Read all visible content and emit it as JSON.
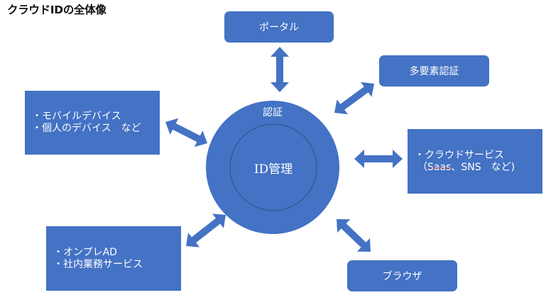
{
  "title": "クラウドIDの全体像",
  "colors": {
    "shape_fill": "#4472c4",
    "inner_ring": "#2f4f80",
    "text": "#ffffff"
  },
  "center": {
    "outer_label": "認証",
    "inner_label": "ID管理"
  },
  "nodes": {
    "portal": {
      "label": "ポータル"
    },
    "mfa": {
      "label": "多要素認証"
    },
    "cloud_services": {
      "lines": [
        "・クラウドサービス",
        "（Saas、SNS　など)"
      ],
      "squiggle_word": "Saas"
    },
    "devices": {
      "lines": [
        "・モバイルデバイス",
        "・個人のデバイス　など"
      ]
    },
    "onprem": {
      "lines": [
        "・オンプレAD",
        "・社内業務サービス"
      ]
    },
    "browser": {
      "label": "ブラウザ"
    }
  },
  "connectors": [
    {
      "from": "portal",
      "to": "center",
      "type": "double-arrow"
    },
    {
      "from": "mfa",
      "to": "center",
      "type": "double-arrow"
    },
    {
      "from": "cloud_services",
      "to": "center",
      "type": "double-arrow"
    },
    {
      "from": "devices",
      "to": "center",
      "type": "double-arrow"
    },
    {
      "from": "onprem",
      "to": "center",
      "type": "double-arrow"
    },
    {
      "from": "browser",
      "to": "center",
      "type": "double-arrow"
    }
  ]
}
